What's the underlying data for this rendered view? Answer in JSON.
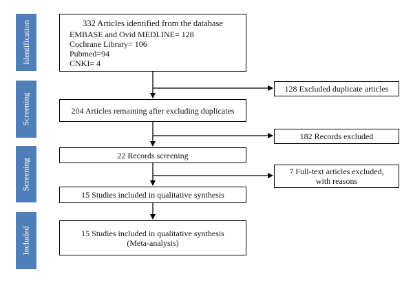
{
  "phases": [
    {
      "label": "Identification"
    },
    {
      "label": "Screening"
    },
    {
      "label": "Screening"
    },
    {
      "label": "Included"
    }
  ],
  "boxes": {
    "identified_title": "332 Articles identified from the database",
    "sources": [
      "EMBASE and Ovid MEDLINE= 128",
      "Cochrane Library= 106",
      "Pubmed=94",
      "CNKI= 4"
    ],
    "remaining": "204 Articles remaining after excluding duplicates",
    "records_screening": "22 Records screening",
    "qualitative": "15 Studies included in qualitative synthesis",
    "meta_line1": "15 Studies included in qualitative synthesis",
    "meta_line2": "(Meta-analysis)"
  },
  "exclusions": {
    "duplicates": "128 Excluded duplicate articles",
    "records": "182 Records excluded",
    "fulltext_line1": "7 Full-text articles excluded,",
    "fulltext_line2": "with reasons"
  },
  "colors": {
    "phase_bg": "#4f7fb8",
    "line": "#000000"
  }
}
